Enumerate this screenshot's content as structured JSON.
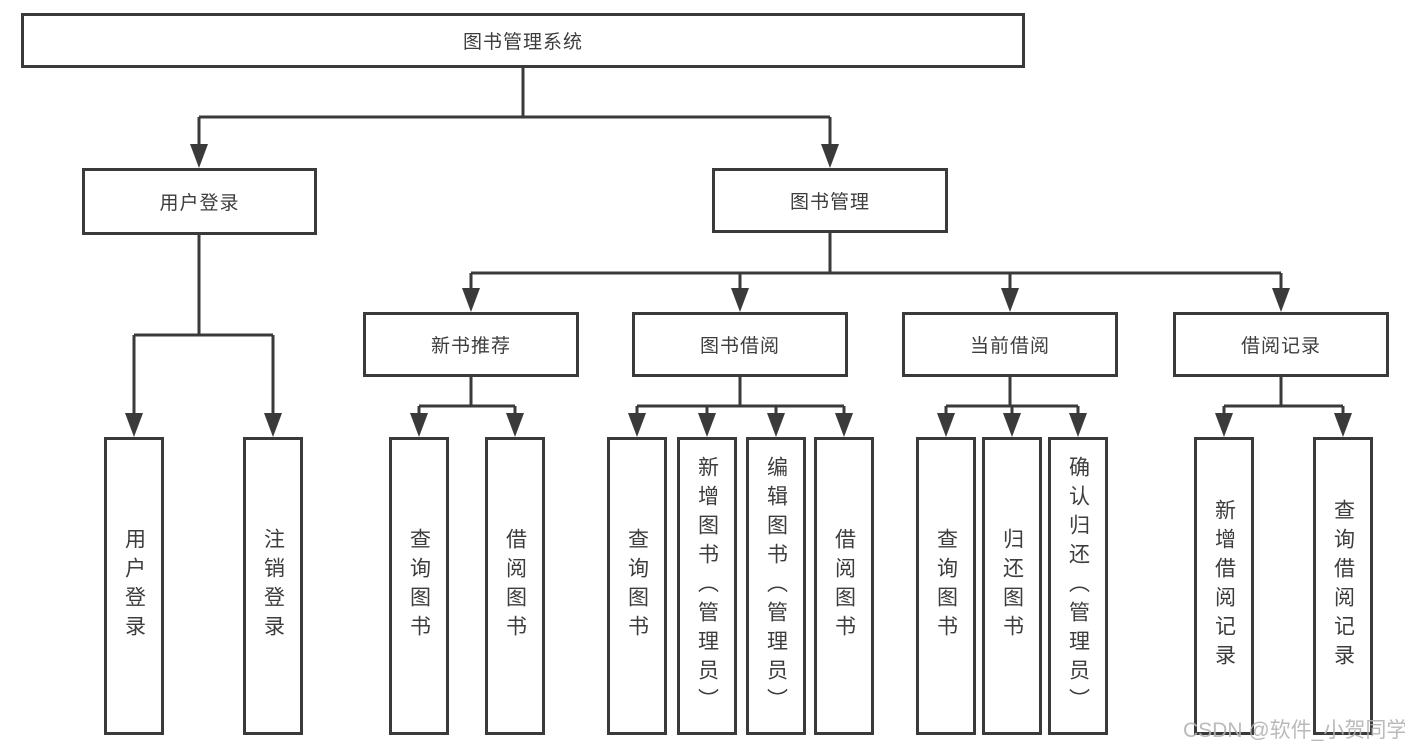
{
  "diagram": {
    "type": "hierarchy-tree",
    "root": {
      "id": "root",
      "label": "图书管理系统"
    },
    "level2": [
      {
        "id": "user-login",
        "label": "用户登录",
        "parent": "root"
      },
      {
        "id": "book-management",
        "label": "图书管理",
        "parent": "root"
      }
    ],
    "level3": [
      {
        "id": "new-book-recommend",
        "label": "新书推荐",
        "parent": "book-management"
      },
      {
        "id": "book-borrowing",
        "label": "图书借阅",
        "parent": "book-management"
      },
      {
        "id": "current-borrowing",
        "label": "当前借阅",
        "parent": "book-management"
      },
      {
        "id": "borrowing-records",
        "label": "借阅记录",
        "parent": "book-management"
      }
    ],
    "leaves": [
      {
        "id": "leaf-user-login",
        "label": "用户登录",
        "parent": "user-login"
      },
      {
        "id": "leaf-logout",
        "label": "注销登录",
        "parent": "user-login"
      },
      {
        "id": "leaf-query-book-a",
        "label": "查询图书",
        "parent": "new-book-recommend"
      },
      {
        "id": "leaf-borrow-book-a",
        "label": "借阅图书",
        "parent": "new-book-recommend"
      },
      {
        "id": "leaf-query-book-b",
        "label": "查询图书",
        "parent": "book-borrowing"
      },
      {
        "id": "leaf-add-book-admin",
        "label": "新增图书（管理员）",
        "parent": "book-borrowing"
      },
      {
        "id": "leaf-edit-book-admin",
        "label": "编辑图书（管理员）",
        "parent": "book-borrowing"
      },
      {
        "id": "leaf-borrow-book-b",
        "label": "借阅图书",
        "parent": "book-borrowing"
      },
      {
        "id": "leaf-query-book-c",
        "label": "查询图书",
        "parent": "current-borrowing"
      },
      {
        "id": "leaf-return-book",
        "label": "归还图书",
        "parent": "current-borrowing"
      },
      {
        "id": "leaf-confirm-return-admin",
        "label": "确认归还（管理员）",
        "parent": "current-borrowing"
      },
      {
        "id": "leaf-add-borrow-record",
        "label": "新增借阅记录",
        "parent": "borrowing-records"
      },
      {
        "id": "leaf-query-borrow-record",
        "label": "查询借阅记录",
        "parent": "borrowing-records"
      }
    ]
  },
  "watermark": {
    "text": "CSDN @软件_小贺同学"
  },
  "colors": {
    "line": "#3a3a3a",
    "box_border": "#3a3a3a",
    "text": "#3d3d3d",
    "background": "#ffffff",
    "watermark": "#b3b3b3"
  }
}
